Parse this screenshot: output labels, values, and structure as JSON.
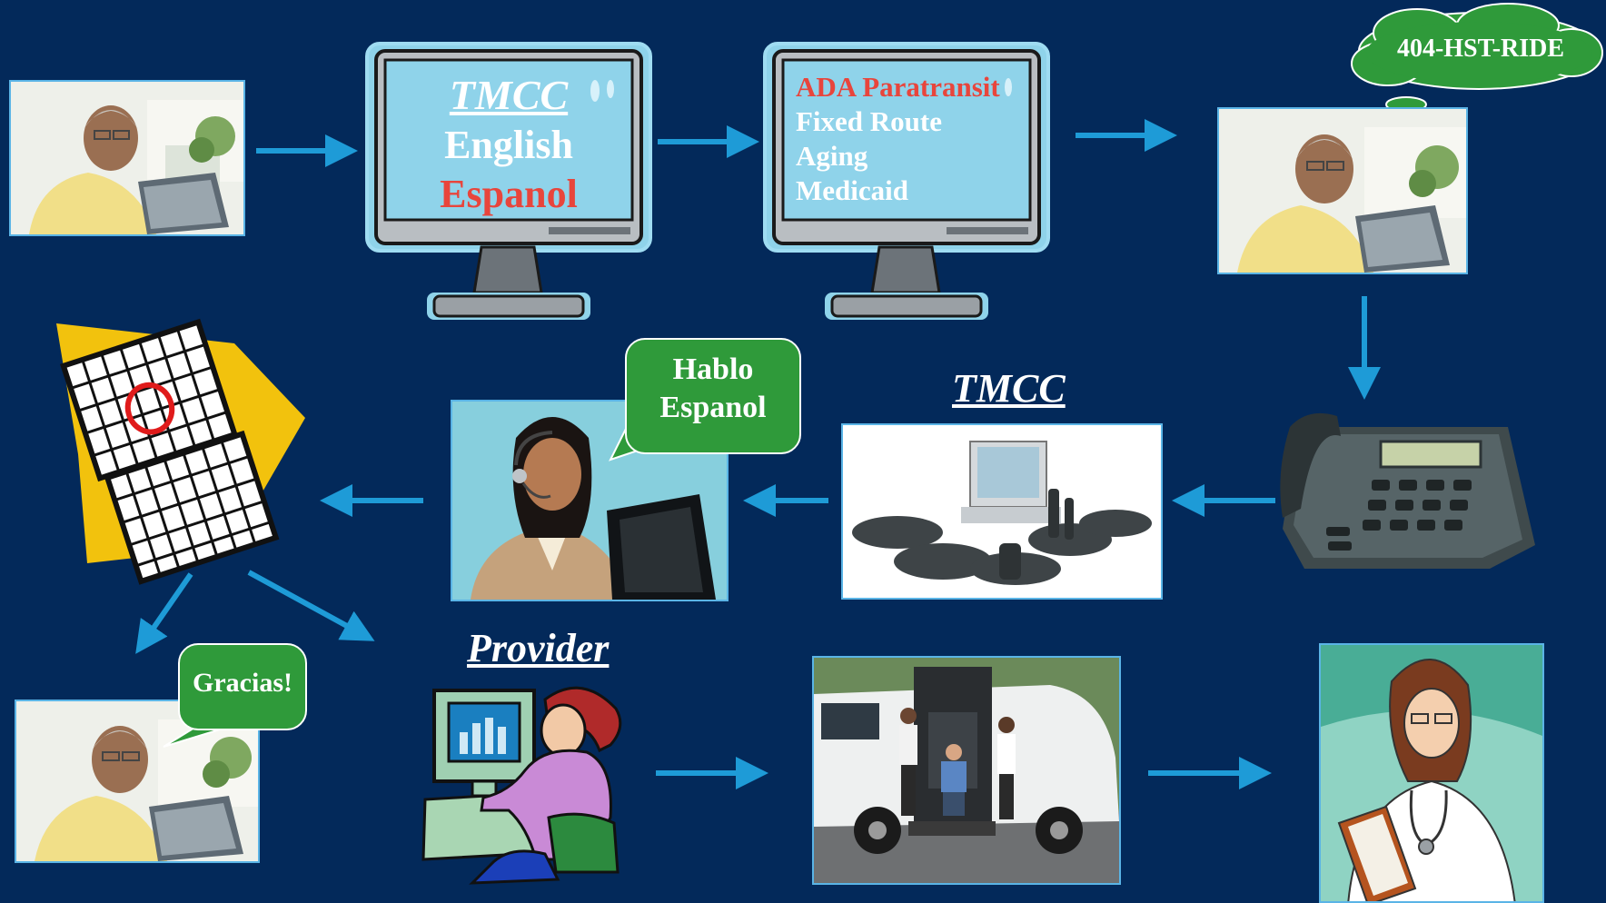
{
  "monitor1": {
    "title": "TMCC",
    "lines": [
      "English",
      "Espanol"
    ]
  },
  "monitor2": {
    "lines": [
      "ADA Paratransit",
      "Fixed Route",
      "Aging",
      "Medicaid"
    ]
  },
  "thought_bubble": {
    "text": "404-HST-RIDE"
  },
  "speech_hablo": {
    "line1": "Hablo",
    "line2": "Espanol"
  },
  "speech_gracias": {
    "text": "Gracias!"
  },
  "labels": {
    "tmcc": "TMCC",
    "provider": "Provider"
  },
  "colors": {
    "background": "#03295a",
    "arrow": "#1e9bd7",
    "bubble_green": "#2f9a3a",
    "screen": "#8fd3ea",
    "red_text": "#e8453c"
  }
}
